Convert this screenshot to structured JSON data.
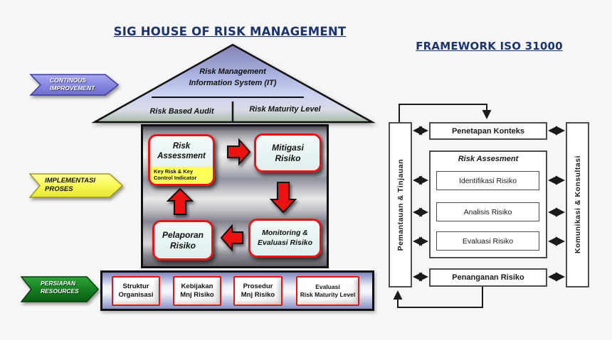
{
  "left_panel": {
    "title": "SIG HOUSE OF RISK MANAGEMENT",
    "roof": {
      "line1": "Risk Management",
      "line2": "Information System (IT)",
      "left_label": "Risk Based Audit",
      "right_label": "Risk Maturity Level"
    },
    "banners": [
      {
        "line1": "CONTINOUS",
        "line2": "IMPROVEMENT",
        "color": "#8888e0"
      },
      {
        "line1": "IMPLEMENTASI",
        "line2": "PROSES",
        "color": "#f8f855"
      },
      {
        "line1": "PERSIAPAN",
        "line2": "RESOURCES",
        "color": "#168021"
      }
    ],
    "process_boxes": {
      "risk_assessment": {
        "line1": "Risk",
        "line2": "Assessment",
        "sub1": "Key Risk & Key",
        "sub2": "Control Indicator"
      },
      "mitigasi": {
        "line1": "Mitigasi",
        "line2": "Risiko"
      },
      "monitoring": {
        "line1": "Monitoring &",
        "line2": "Evaluasi Risiko"
      },
      "pelaporan": {
        "line1": "Pelaporan",
        "line2": "Risiko"
      }
    },
    "foundation_boxes": [
      {
        "line1": "Struktur",
        "line2": "Organisasi"
      },
      {
        "line1": "Kebijakan",
        "line2": "Mnj Risiko"
      },
      {
        "line1": "Prosedur",
        "line2": "Mnj Risiko"
      },
      {
        "line1": "Evaluasi",
        "line2": "Risk Maturity Level"
      }
    ]
  },
  "right_panel": {
    "title": "FRAMEWORK ISO 31000",
    "left_bar": "Pemantauan & Tinjauan",
    "right_bar": "Komunikasi & Konsultasi",
    "konteks": "Penetapan Konteks",
    "assessment_group": {
      "title": "Risk Assesment",
      "items": [
        "Identifikasi Risiko",
        "Analisis Risiko",
        "Evaluasi Risiko"
      ]
    },
    "penanganan": "Penanganan Risiko"
  },
  "colors": {
    "title_navy": "#1b3470",
    "process_border_red": "#e81414",
    "key_risk_yellow": "#ffff5a",
    "connector_black": "#1a1a1a"
  }
}
